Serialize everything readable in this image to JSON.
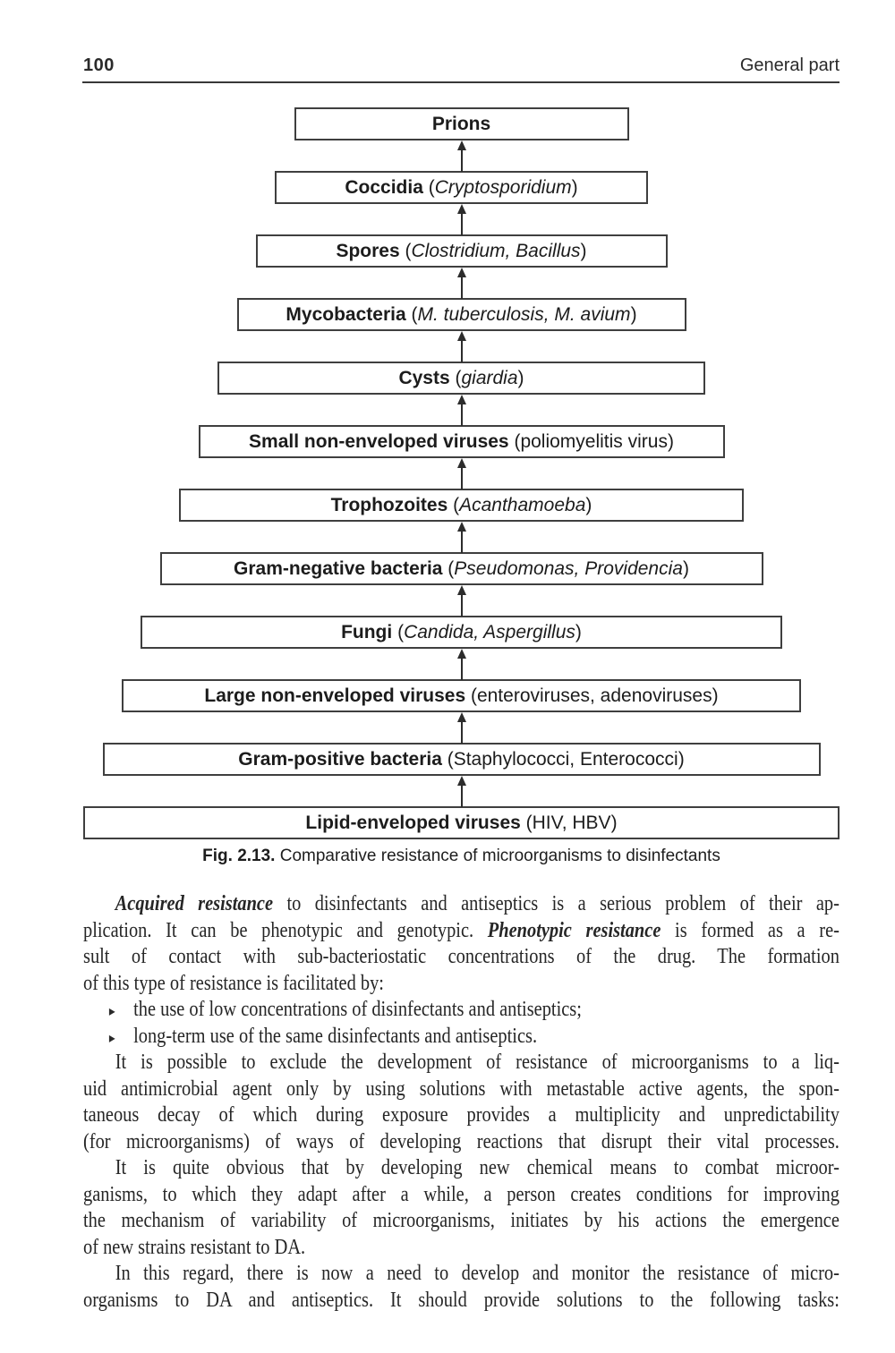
{
  "header": {
    "page_number": "100",
    "running_head": "General part"
  },
  "figure": {
    "caption_label": "Fig. 2.13.",
    "caption_text": "Comparative resistance of microorganisms to disinfectants",
    "boxes": [
      {
        "label": "Prions",
        "paren": null,
        "paren_italic": false
      },
      {
        "label": "Coccidia",
        "paren": "Cryptosporidium",
        "paren_italic": true
      },
      {
        "label": "Spores",
        "paren": "Clostridium, Bacillus",
        "paren_italic": true
      },
      {
        "label": "Mycobacteria",
        "paren": "M. tuberculosis, M. avium",
        "paren_italic": true
      },
      {
        "label": "Cysts",
        "paren": "giardia",
        "paren_italic": true
      },
      {
        "label": "Small non-enveloped viruses",
        "paren": "poliomyelitis virus",
        "paren_italic": false
      },
      {
        "label": "Trophozoites",
        "paren": "Acanthamoeba",
        "paren_italic": true
      },
      {
        "label": "Gram-negative bacteria",
        "paren": "Pseudomonas, Providencia",
        "paren_italic": true
      },
      {
        "label": "Fungi",
        "paren": "Candida, Aspergillus",
        "paren_italic": true
      },
      {
        "label": "Large non-enveloped viruses",
        "paren": "enteroviruses, adenoviruses",
        "paren_italic": false
      },
      {
        "label": "Gram-positive bacteria",
        "paren": "Staphylococci, Enterococci",
        "paren_italic": false
      },
      {
        "label": "Lipid-enveloped viruses",
        "paren": "HIV, HBV",
        "paren_italic": false
      }
    ]
  },
  "body": {
    "paragraphs": [
      {
        "type": "p",
        "justify_last": false,
        "lines": [
          [
            {
              "t": "Acquired resistance",
              "bi": true
            },
            {
              "t": " to disinfectants and antiseptics is a serious problem of their ap-"
            }
          ],
          [
            {
              "t": "plication. It can be phenotypic and genotypic. "
            },
            {
              "t": "Phenotypic resistance",
              "bi": true
            },
            {
              "t": " is formed as a re-"
            }
          ],
          [
            {
              "t": "sult of contact with sub-bacteriostatic concentrations of the drug. The formation"
            }
          ],
          [
            {
              "t": "of this type of resistance is facilitated by:"
            }
          ]
        ]
      },
      {
        "type": "bullet",
        "marker": "▸",
        "lines": [
          [
            {
              "t": "the use of low concentrations of disinfectants and antiseptics;"
            }
          ]
        ]
      },
      {
        "type": "bullet",
        "marker": "▸",
        "lines": [
          [
            {
              "t": "long-term use of the same disinfectants and antiseptics."
            }
          ]
        ]
      },
      {
        "type": "p",
        "justify_last": true,
        "lines": [
          [
            {
              "t": "It is possible to exclude the development of resistance of microorganisms to a liq-"
            }
          ],
          [
            {
              "t": "uid antimicrobial agent only by using solutions with metastable active agents, the spon-"
            }
          ],
          [
            {
              "t": "taneous decay of which during exposure provides a multiplicity and unpredictability"
            }
          ],
          [
            {
              "t": "(for microorganisms) of ways of developing reactions that disrupt their vital processes."
            }
          ]
        ]
      },
      {
        "type": "p",
        "justify_last": false,
        "lines": [
          [
            {
              "t": "It is quite obvious that by developing new chemical means to combat microor-"
            }
          ],
          [
            {
              "t": "ganisms, to which they adapt after a while, a person creates conditions for improving"
            }
          ],
          [
            {
              "t": "the mechanism of variability of microorganisms, initiates by his actions the emergence"
            }
          ],
          [
            {
              "t": "of new strains resistant to DA."
            }
          ]
        ]
      },
      {
        "type": "p",
        "justify_last": true,
        "lines": [
          [
            {
              "t": "In this regard, there is now a need to develop and monitor the resistance of micro-"
            }
          ],
          [
            {
              "t": "organisms to DA and antiseptics. It should provide solutions to the following tasks:"
            }
          ]
        ]
      }
    ]
  },
  "colors": {
    "ink": "#222222",
    "border": "#3f3f3f",
    "background": "#ffffff",
    "arrow": "#2c2c2c"
  }
}
